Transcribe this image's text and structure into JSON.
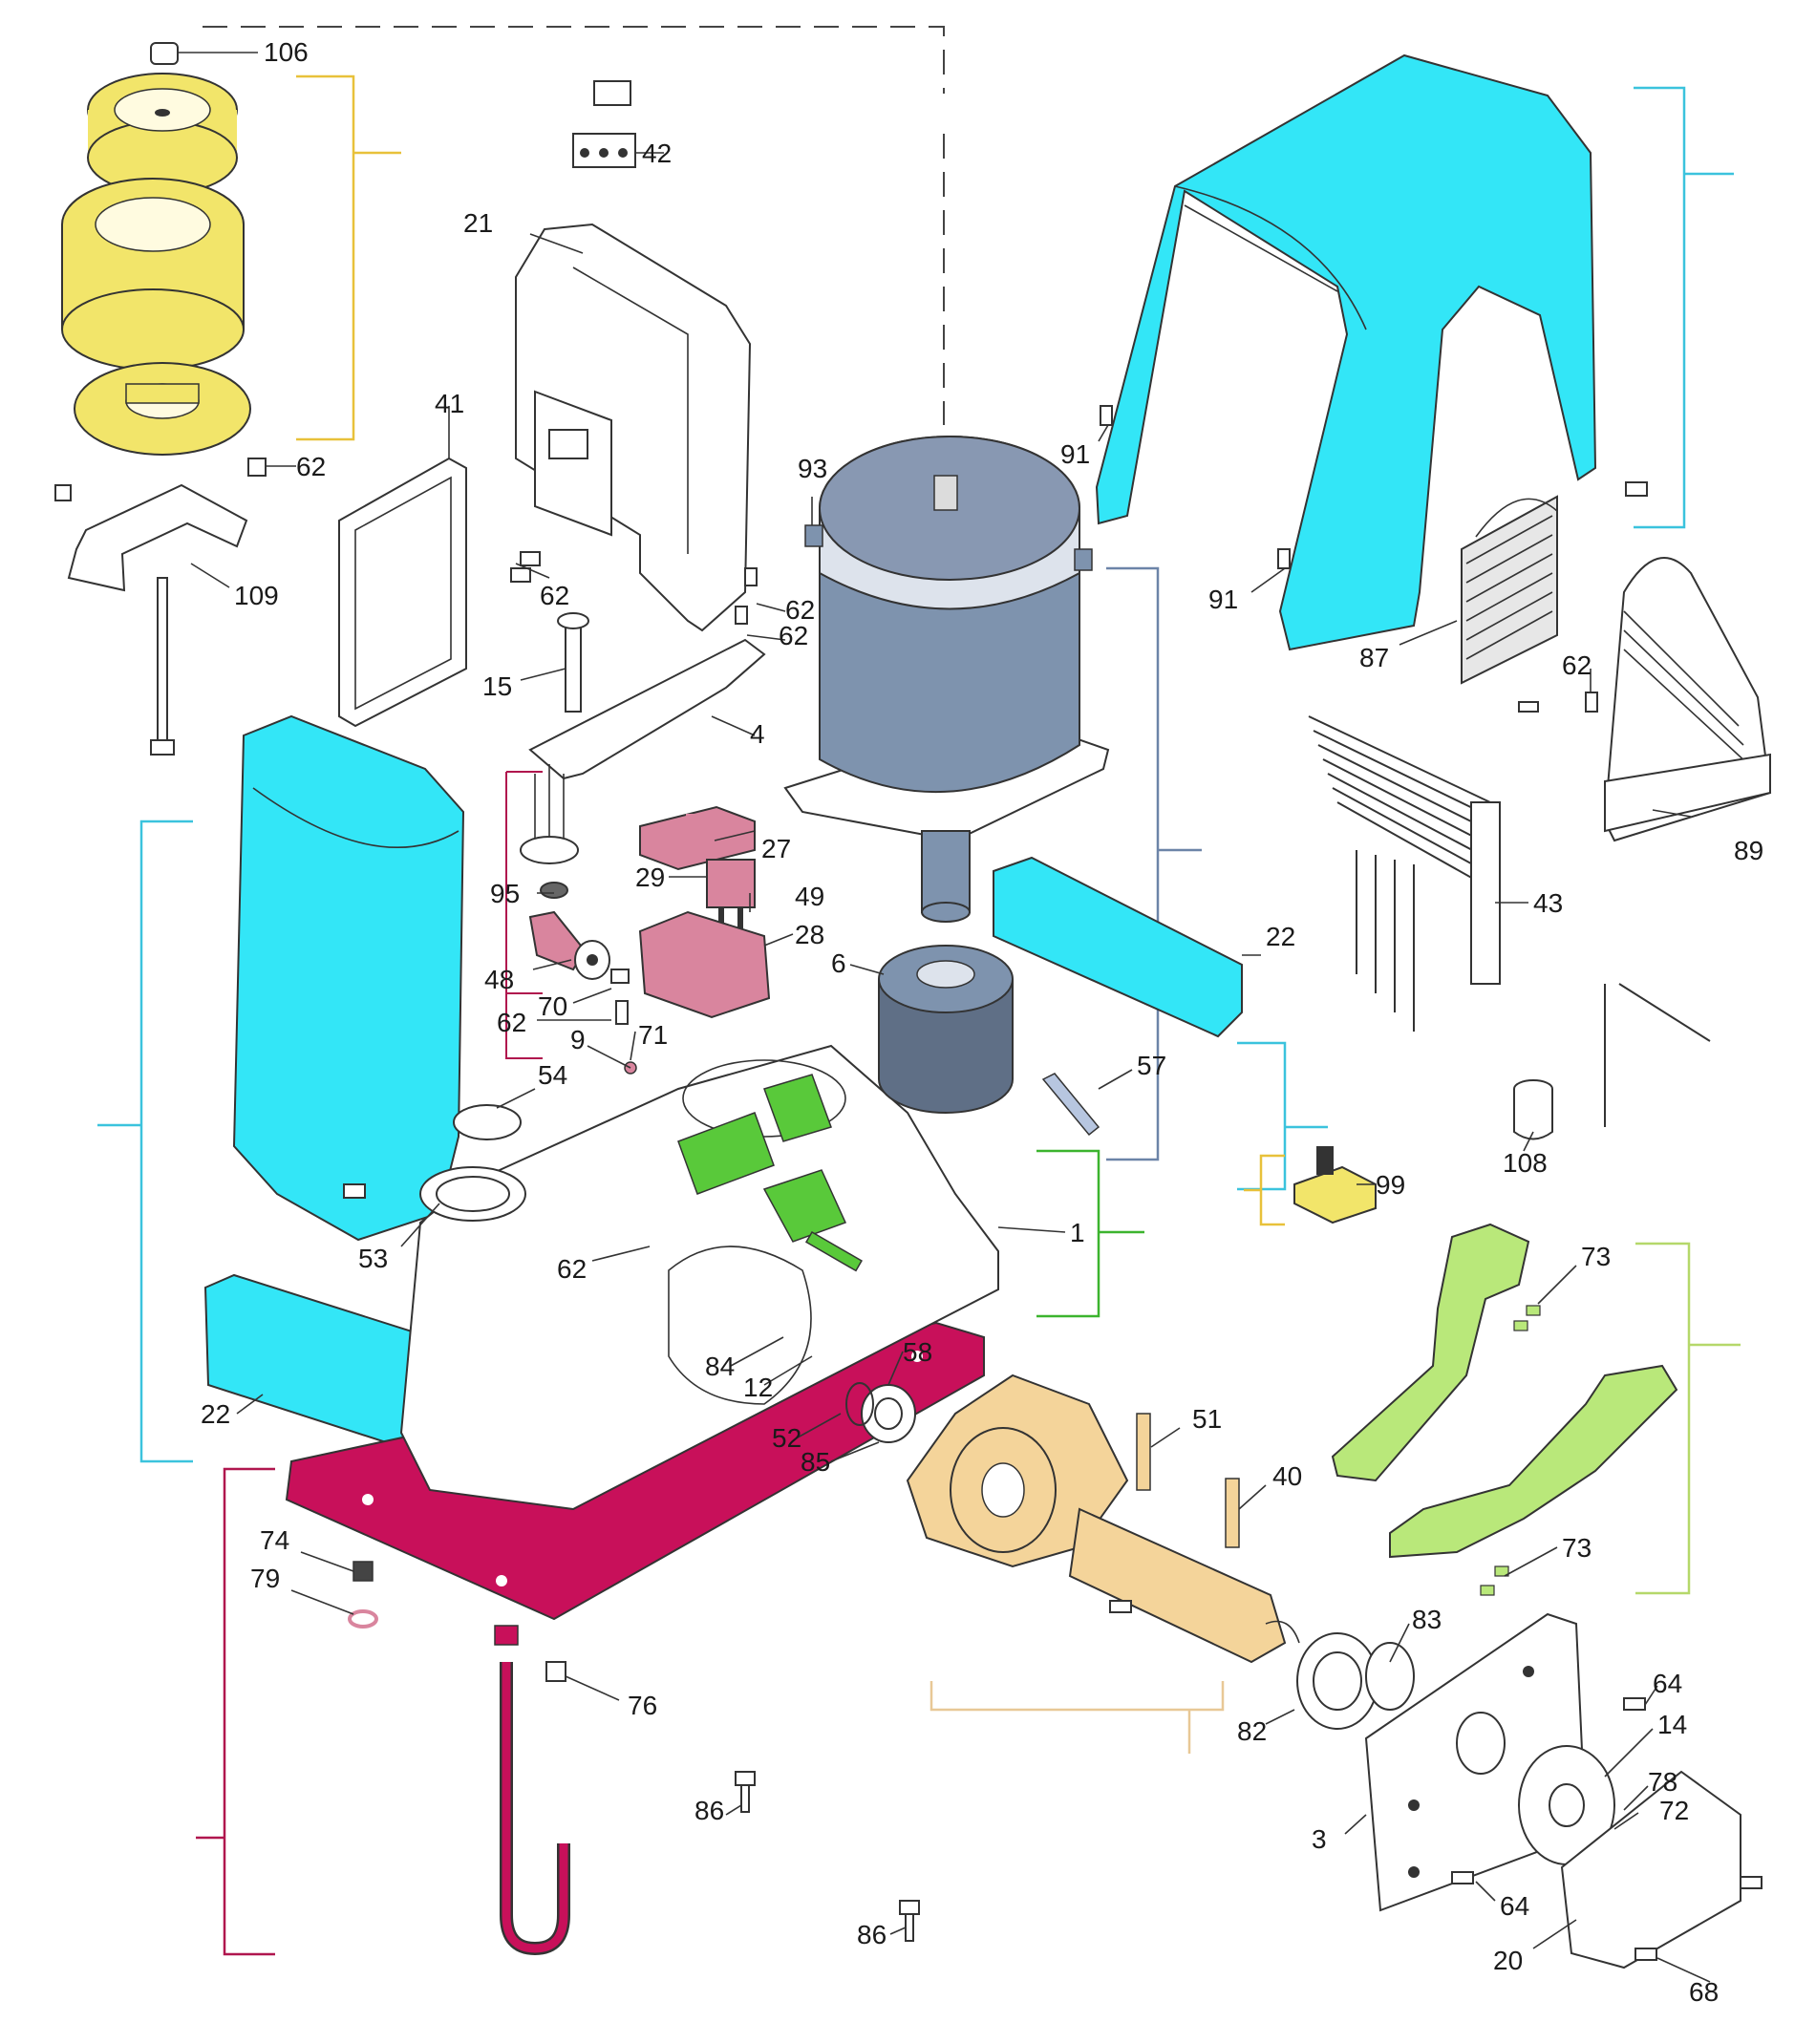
{
  "parts": {
    "p106": "106",
    "p42": "42",
    "p21": "21",
    "p41": "41",
    "p62a": "62",
    "p62b": "62",
    "p62c": "62",
    "p62d": "62",
    "p62e": "62",
    "p62f": "62",
    "p62g": "62",
    "p109": "109",
    "p15": "15",
    "p4": "4",
    "p93": "93",
    "p91a": "91",
    "p91b": "91",
    "p87": "87",
    "p89": "89",
    "p43": "43",
    "p22a": "22",
    "p22b": "22",
    "p27": "27",
    "p29": "29",
    "p49": "49",
    "p28": "28",
    "p6": "6",
    "p95": "95",
    "p48": "48",
    "p70": "70",
    "p9": "9",
    "p71": "71",
    "p54": "54",
    "p57": "57",
    "p1": "1",
    "p53": "53",
    "p99": "99",
    "p108": "108",
    "p73a": "73",
    "p73b": "73",
    "p84": "84",
    "p12": "12",
    "p58": "58",
    "p52": "52",
    "p85": "85",
    "p51": "51",
    "p40": "40",
    "p74": "74",
    "p79": "79",
    "p76": "76",
    "p83": "83",
    "p82": "82",
    "p64a": "64",
    "p64b": "64",
    "p14": "14",
    "p78": "78",
    "p72": "72",
    "p3": "3",
    "p86a": "86",
    "p86b": "86",
    "p20": "20",
    "p68": "68"
  },
  "colors": {
    "yellow": "#F2E56A",
    "cyan": "#33E6F7",
    "motor": "#7E93AE",
    "pink": "#D9859E",
    "green": "#59C93A",
    "magenta": "#C8105A",
    "lime": "#B9E87A",
    "peach": "#F4D49A",
    "bracket_yellow": "#E8C13A",
    "bracket_cyan": "#3BC3DD",
    "bracket_slate": "#6C84A8",
    "bracket_green": "#3CB42E",
    "bracket_lime": "#B5D86A",
    "bracket_magenta": "#B0164E",
    "bracket_peach": "#E8C896"
  }
}
